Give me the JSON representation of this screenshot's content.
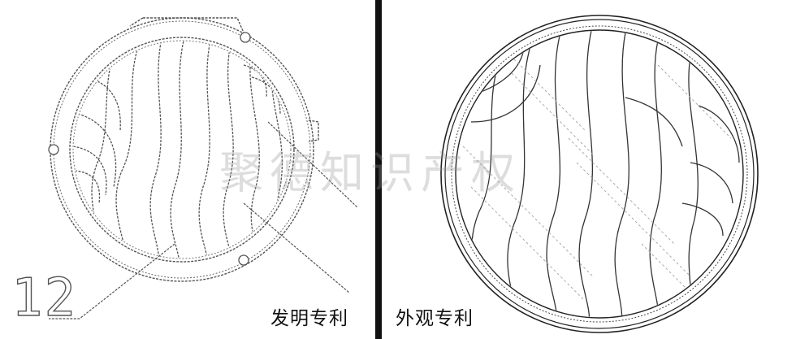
{
  "figure": {
    "left_panel": {
      "caption": "发明专利",
      "reference_number": "12"
    },
    "right_panel": {
      "caption": "外观专利"
    },
    "watermark": "聚德知识产权",
    "colors": {
      "background": "#ffffff",
      "line": "#444444",
      "divider": "#111111",
      "watermark": "#969696"
    }
  }
}
